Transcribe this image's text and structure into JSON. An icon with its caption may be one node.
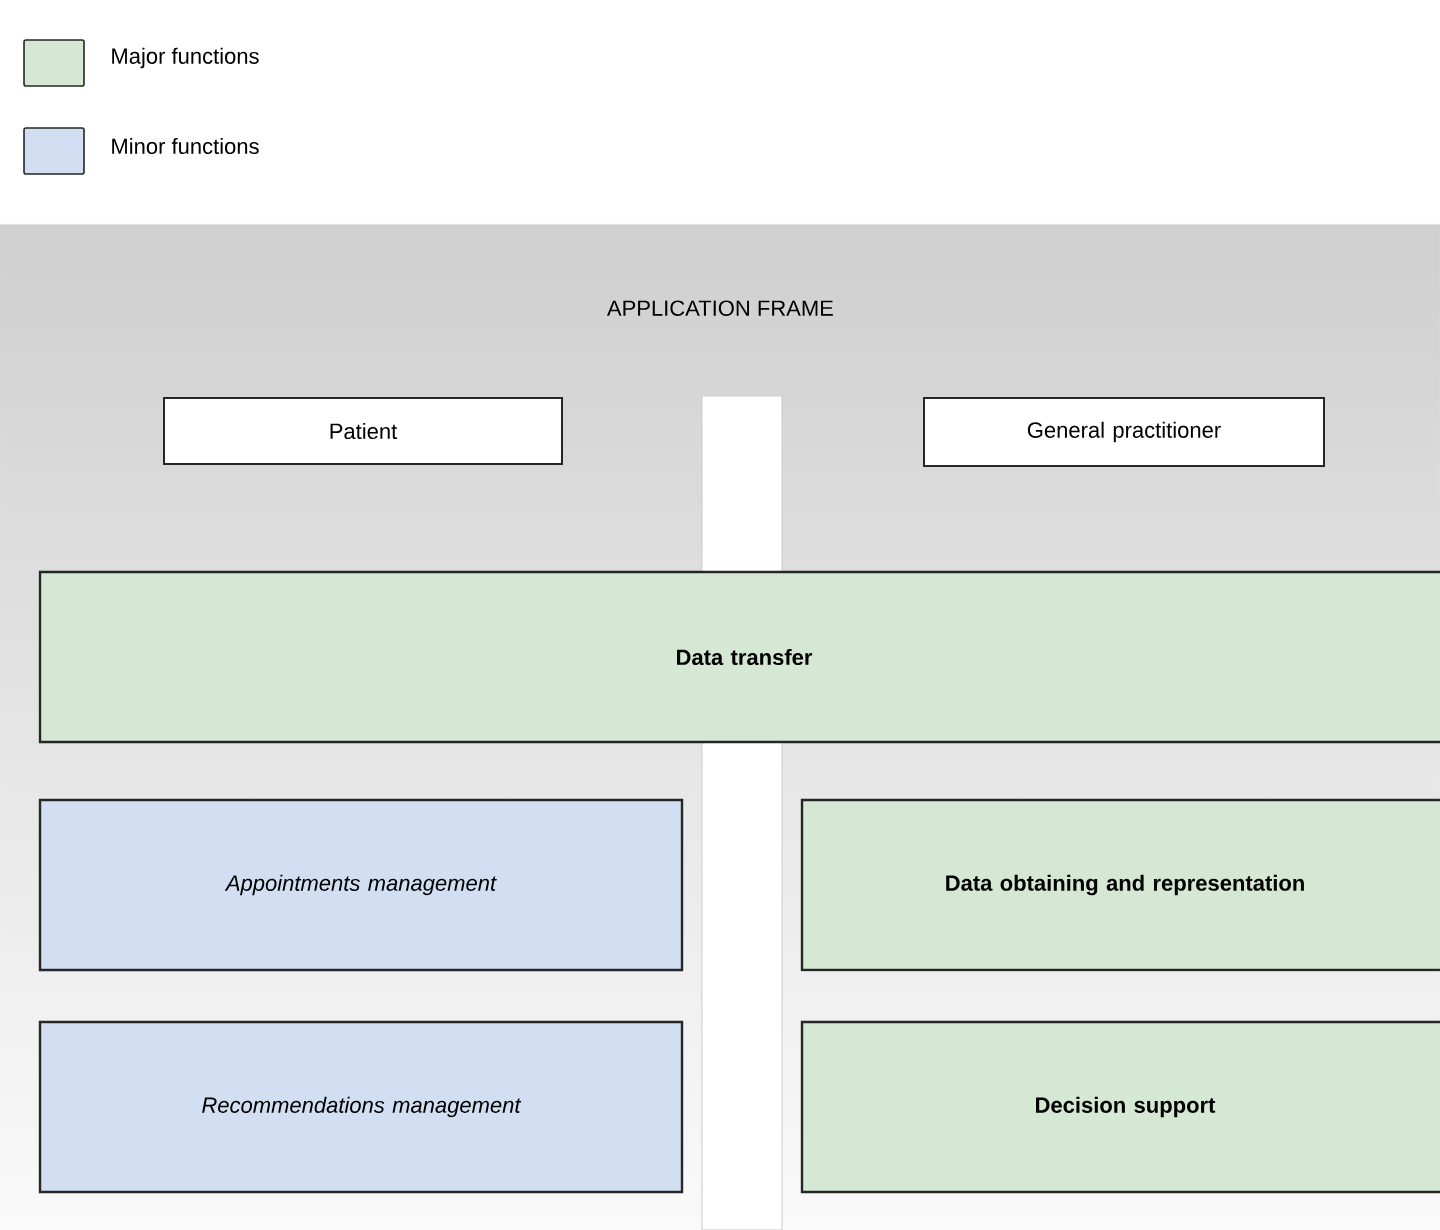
{
  "diagram": {
    "nodes": [
      {
        "text": [
          "APPLICATION FRAME"
        ]
      },
      {
        "text": [
          "Patient"
        ],
        "in": 0
      },
      {
        "text": [
          "General practitioner"
        ],
        "in": 0
      },
      {
        "text": [
          "Data transfer"
        ],
        "in": 0
      },
      {
        "text": [
          "Appointments management"
        ],
        "in": 0
      },
      {
        "text": [
          "Data obtaining and representation"
        ],
        "in": 0
      },
      {
        "text": [
          "Recommendations management"
        ],
        "in": 0
      },
      {
        "text": [
          "Decision support"
        ],
        "in": 0
      }
    ],
    "legend": [
      {
        "text": "Major functions",
        "color": "#d5e8d4"
      },
      {
        "text": "Minor functions",
        "color": "#d2dff2"
      }
    ]
  }
}
